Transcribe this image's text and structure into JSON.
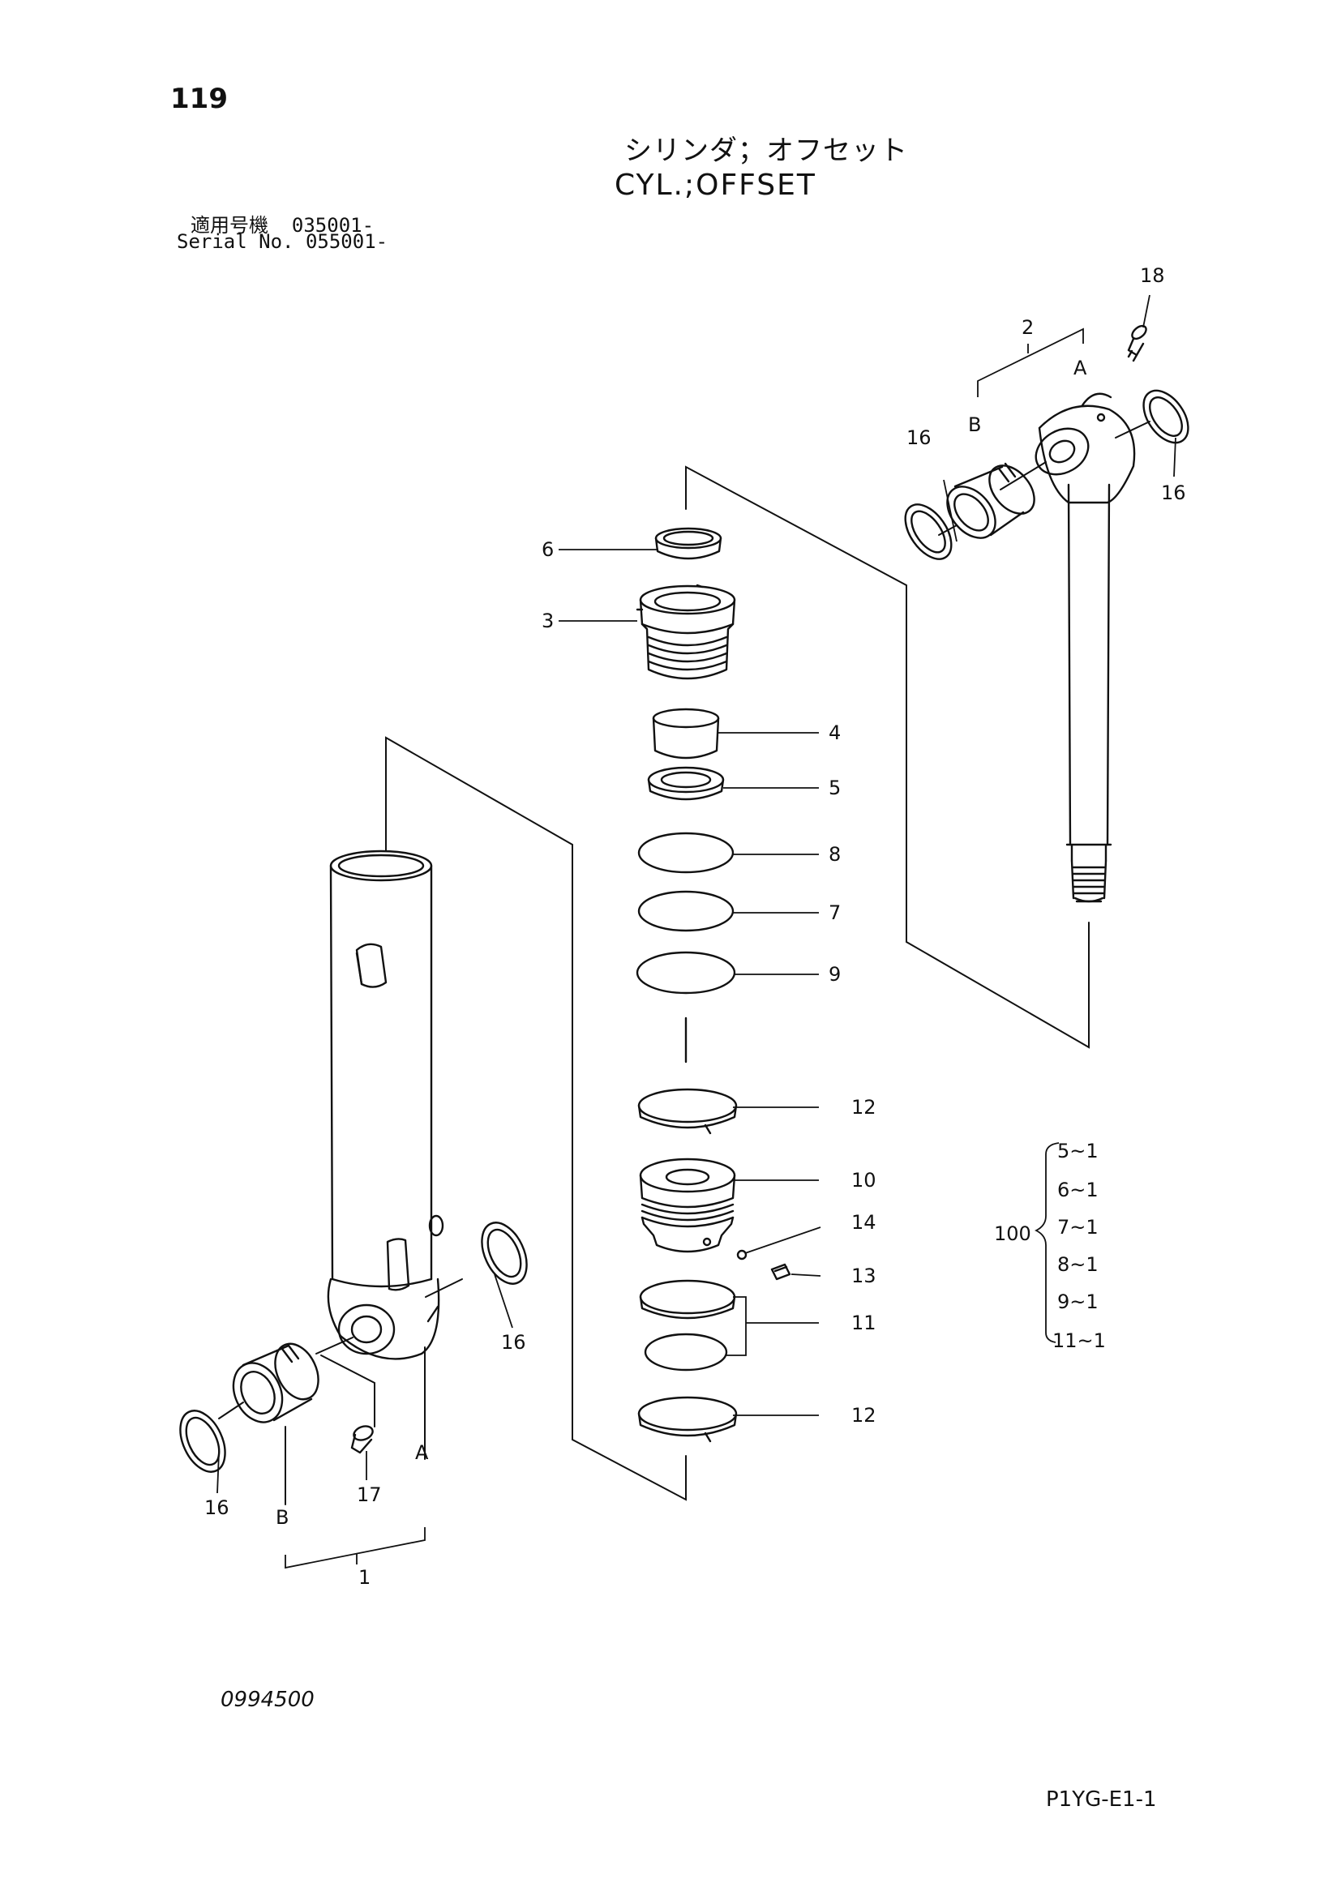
{
  "header": {
    "page_number": "119",
    "title_jp": "シリンダ；オフセット",
    "title_en": "CYL.;OFFSET",
    "serial_line1": "適用号機  035001-",
    "serial_line2": "Serial No. 055001-"
  },
  "callouts": {
    "c1": "1",
    "c2": "2",
    "c3": "3",
    "c4": "4",
    "c5": "5",
    "c6": "6",
    "c7": "7",
    "c8": "8",
    "c9": "9",
    "c10": "10",
    "c11": "11",
    "c12a": "12",
    "c12b": "12",
    "c13": "13",
    "c14": "14",
    "c16a": "16",
    "c16b": "16",
    "c16c": "16",
    "c16d": "16",
    "c17": "17",
    "c18": "18",
    "lblA1": "A",
    "lblB1": "B",
    "lblA2": "A",
    "lblB2": "B"
  },
  "kit": {
    "number": "100",
    "items": [
      "5~1",
      "6~1",
      "7~1",
      "8~1",
      "9~1",
      "11~1"
    ]
  },
  "footer": {
    "drawing_number": "0994500",
    "page_code": "P1YG-E1-1"
  }
}
